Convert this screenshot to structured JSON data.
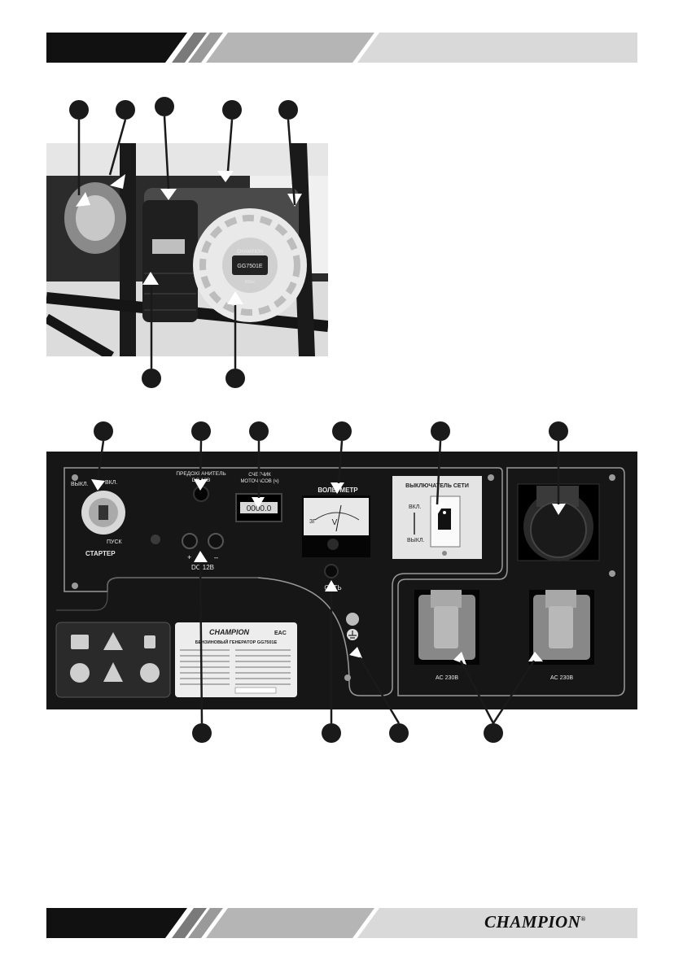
{
  "brand": {
    "name": "CHAMPION",
    "registered": "®"
  },
  "colors": {
    "band_dark": "#111111",
    "band_light": "#d6d6d6",
    "panel": "#161616",
    "callout": "#1a1a1a"
  },
  "engine_photo": {
    "decals": {
      "logo": "CHAMPION",
      "model": "GG7501E",
      "sub": "420cc"
    }
  },
  "control_panel": {
    "starter": {
      "off": "ВЫКЛ.",
      "on": "ВКЛ.",
      "start": "ПУСК",
      "title": "СТАРТЕР"
    },
    "fuse": {
      "title": "ПРЕДОХРАНИТЕЛЬ",
      "rating": "DC 12В"
    },
    "hour_meter": {
      "title_line1": "СЧЕТЧИК",
      "title_line2": "МОТОЧАСОВ (ч)",
      "reading": "0000.0"
    },
    "voltmeter": {
      "title": "ВОЛЬТМЕТР",
      "unit": "V",
      "brand": "ЗГ"
    },
    "breaker": {
      "title": "ВЫКЛЮЧАТЕЛЬ СЕТИ",
      "on": "ВКЛ.",
      "off": "ВЫКЛ."
    },
    "dc_output": {
      "plus": "+",
      "minus": "–",
      "label": "DC 12В"
    },
    "network_lamp": {
      "label": "СЕТЬ"
    },
    "ground_icon": "ground-icon",
    "outlets": [
      {
        "label": "AC 230В"
      },
      {
        "label": "AC 230В"
      }
    ],
    "warning_icons": [
      "manual-icon",
      "warning-triangle-icon",
      "no-trash-bin-icon",
      "no-fire-icon",
      "electric-hazard-icon",
      "ear-protection-icon"
    ],
    "nameplate": {
      "logo": "CHAMPION",
      "mark": "EAC",
      "title": "БЕНЗИНОВЫЙ ГЕНЕРАТОР GG7501E"
    }
  }
}
